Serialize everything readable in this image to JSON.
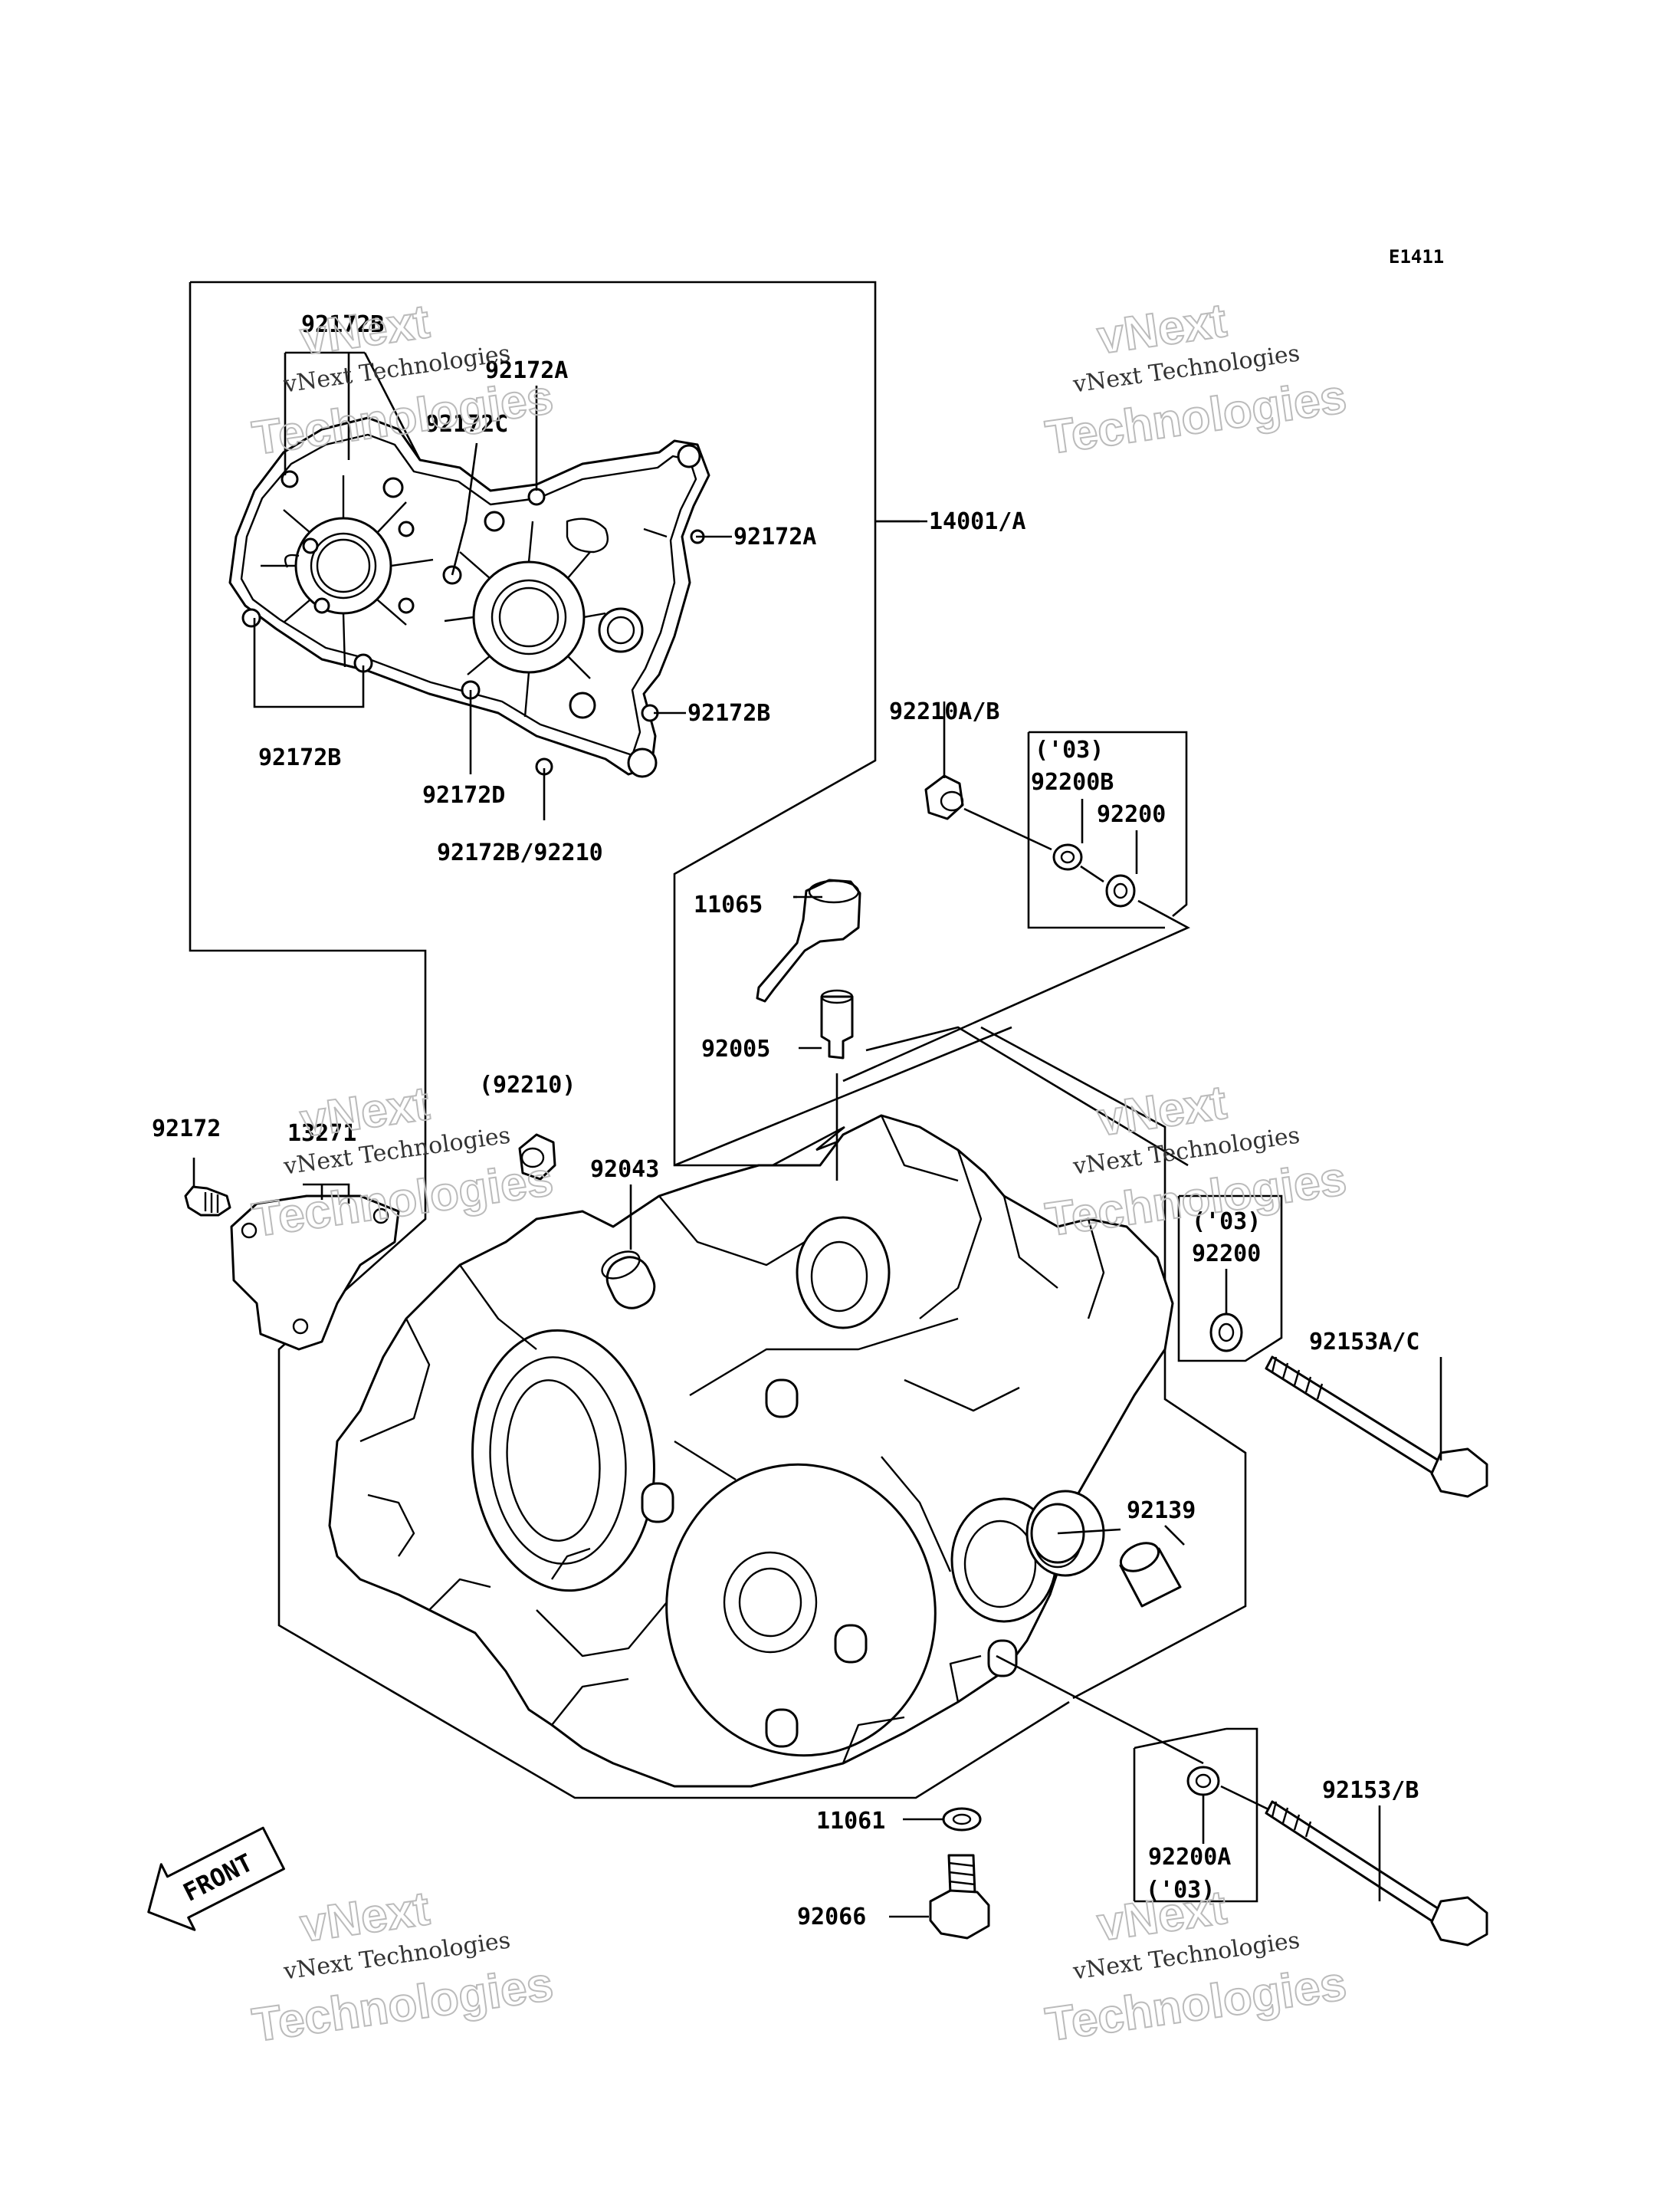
{
  "diagram_code": "E1411",
  "watermark": {
    "line1": "vNext Technologies",
    "line2": "vNext",
    "line3": "Technologies"
  },
  "front_arrow": "FRONT",
  "labels": {
    "p92172B_top": "92172B",
    "p92172A_top": "92172A",
    "p92172C": "92172C",
    "p92172A_right": "92172A",
    "p14001A": "14001/A",
    "p92172B_bottom_left": "92172B",
    "p92172B_right": "92172B",
    "p92172D": "92172D",
    "p92172B_92210": "92172B/92210",
    "p92210AB": "92210A/B",
    "p03_a": "('03)",
    "p92200B": "92200B",
    "p92200_a": "92200",
    "p11065": "11065",
    "p92005": "92005",
    "p92210_paren": "(92210)",
    "p92172": "92172",
    "p13271": "13271",
    "p92043": "92043",
    "p03_b": "('03)",
    "p92200_b": "92200",
    "p92153AC": "92153A/C",
    "p92139": "92139",
    "p11061": "11061",
    "p92153B": "92153/B",
    "p92200A": "92200A",
    "p03_c": "('03)",
    "p92066": "92066"
  }
}
